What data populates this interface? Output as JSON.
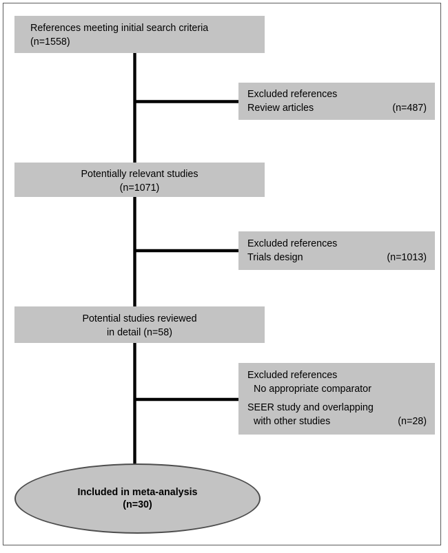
{
  "figure": {
    "type": "study-selection-flow-diagram",
    "title": "Included in meta-analysis flow diagram",
    "colors": {
      "node_fill": "#c3c3c3",
      "frame_border": "#5a5a5a",
      "connector": "#000000",
      "ellipse_border": "#4d4d4d",
      "text": "#000000",
      "background": "#ffffff"
    }
  },
  "nodes": {
    "stage1": {
      "line1": "References meeting initial search criteria",
      "line2": "(n=1558)",
      "count": 1558
    },
    "excluded1": {
      "heading": "Excluded references",
      "reason": "Review articles",
      "count_label": "(n=487)",
      "count": 487
    },
    "stage2": {
      "line1": "Potentially relevant studies",
      "line2": "(n=1071)",
      "count": 1071
    },
    "excluded2": {
      "heading": "Excluded references",
      "reason": "Trials design",
      "count_label": "(n=1013)",
      "count": 1013
    },
    "stage3": {
      "line1": "Potential studies reviewed",
      "line2": "in detail (n=58)",
      "count": 58
    },
    "excluded3": {
      "heading": "Excluded references",
      "reason1": "No appropriate comparator",
      "reason2a": "SEER study and overlapping",
      "reason2b": "with other studies",
      "count_label": "(n=28)",
      "count": 28
    },
    "final": {
      "line1": "Included in meta-analysis",
      "line2": "(n=30)",
      "count": 30
    }
  }
}
